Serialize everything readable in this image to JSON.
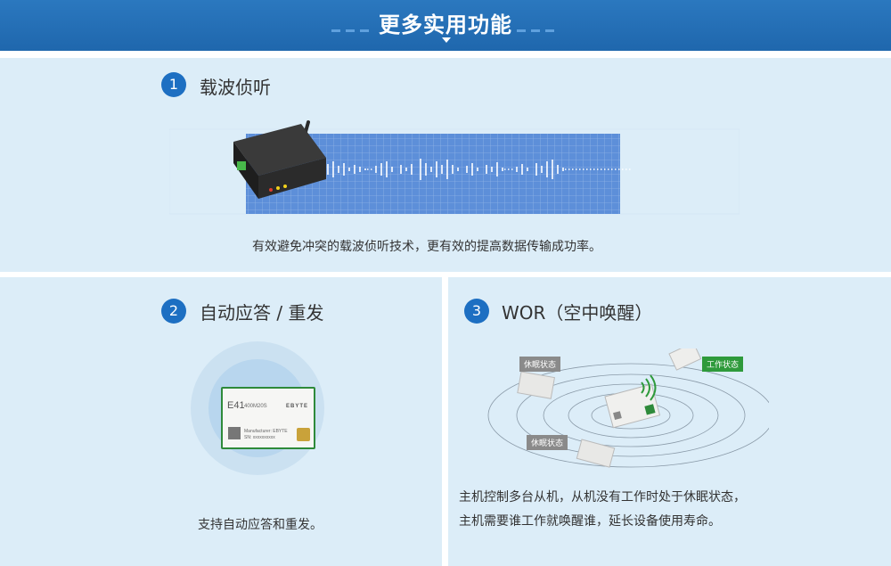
{
  "header": {
    "title": "更多实用功能"
  },
  "section1": {
    "number": "1",
    "title": "载波侦听",
    "caption": "有效避免冲突的载波侦听技术，更有效的提高数据传输成功率。"
  },
  "section2": {
    "number": "2",
    "title": "自动应答 / 重发",
    "caption": "支持自动应答和重发。",
    "module": {
      "model": "E41",
      "sub": "400M20S",
      "brand": "EBYTE",
      "maker": "Manufacturer: EBYTE",
      "sn": "SN: xxxxxxxxxx"
    }
  },
  "section3": {
    "number": "3",
    "title": "WOR（空中唤醒）",
    "tags": {
      "sleep1": "休眠状态",
      "work": "工作状态",
      "sleep2": "休眠状态"
    },
    "caption_line1": "主机控制多台从机，从机没有工作时处于休眠状态，",
    "caption_line2": "主机需要谁工作就唤醒谁，延长设备使用寿命。"
  },
  "colors": {
    "header": "#1f67ad",
    "panel": "#dcedf8",
    "number_badge": "#1d6fc2",
    "work_tag": "#2e9a3b",
    "sleep_tag": "#8a8a8a"
  }
}
